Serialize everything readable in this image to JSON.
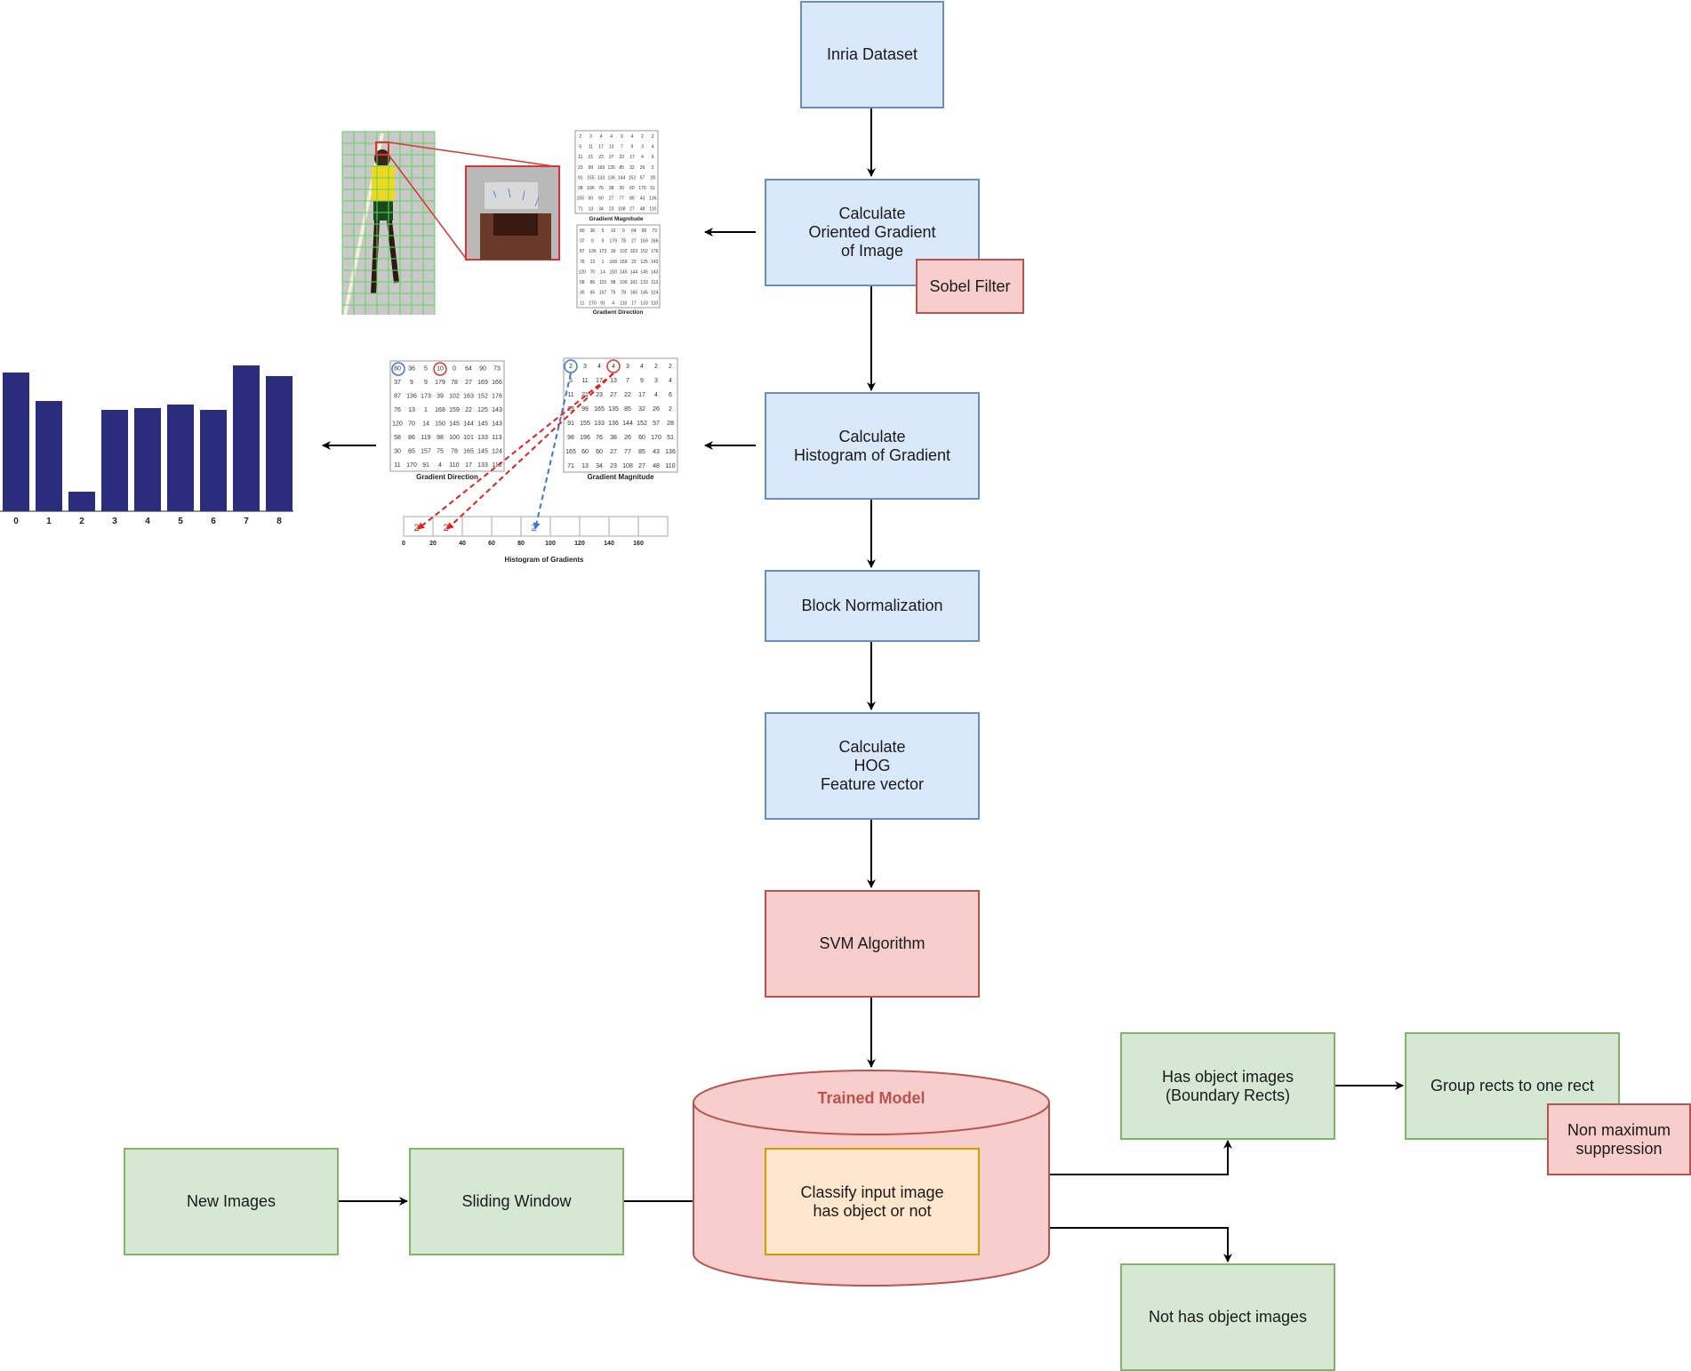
{
  "nodes": {
    "inria": "Inria Dataset",
    "oriented_gradient": "Calculate\nOriented Gradient\nof Image",
    "sobel": "Sobel Filter",
    "histogram": "Calculate\nHistogram of Gradient",
    "block_norm": "Block Normalization",
    "hog_vector": "Calculate\nHOG\nFeature vector",
    "svm": "SVM Algorithm",
    "trained_model": "Trained Model",
    "classify": "Classify input image\nhas object or not",
    "new_images": "New Images",
    "sliding_window": "Sliding Window",
    "has_object": "Has object images\n(Boundary Rects)",
    "group_rects": "Group rects to one rect",
    "nms": "Non maximum\nsuppression",
    "not_has_object": "Not has object images"
  },
  "illustration_gradient": {
    "magnitude_caption": "Gradient Magnitude",
    "direction_caption": "Gradient Direction",
    "magnitude_rows": [
      [
        "2",
        "3",
        "4",
        "4",
        "3",
        "4",
        "2",
        "2"
      ],
      [
        "5",
        "11",
        "17",
        "13",
        "7",
        "9",
        "3",
        "4"
      ],
      [
        "11",
        "21",
        "23",
        "27",
        "22",
        "17",
        "4",
        "6"
      ],
      [
        "23",
        "99",
        "165",
        "135",
        "85",
        "32",
        "26",
        "2"
      ],
      [
        "91",
        "155",
        "133",
        "136",
        "144",
        "152",
        "57",
        "28"
      ],
      [
        "98",
        "196",
        "76",
        "38",
        "26",
        "60",
        "170",
        "51"
      ],
      [
        "165",
        "60",
        "60",
        "27",
        "77",
        "85",
        "43",
        "136"
      ],
      [
        "71",
        "13",
        "34",
        "23",
        "108",
        "27",
        "48",
        "110"
      ]
    ],
    "direction_rows": [
      [
        "80",
        "36",
        "5",
        "10",
        "0",
        "64",
        "90",
        "73"
      ],
      [
        "37",
        "9",
        "9",
        "179",
        "78",
        "27",
        "169",
        "166"
      ],
      [
        "87",
        "136",
        "173",
        "39",
        "102",
        "163",
        "152",
        "176"
      ],
      [
        "76",
        "13",
        "1",
        "168",
        "159",
        "22",
        "125",
        "143"
      ],
      [
        "120",
        "70",
        "14",
        "150",
        "145",
        "144",
        "145",
        "143"
      ],
      [
        "58",
        "86",
        "119",
        "98",
        "100",
        "101",
        "133",
        "113"
      ],
      [
        "30",
        "65",
        "157",
        "75",
        "78",
        "165",
        "145",
        "124"
      ],
      [
        "11",
        "170",
        "91",
        "4",
        "110",
        "17",
        "133",
        "110"
      ]
    ]
  },
  "illustration_histogram": {
    "direction_caption": "Gradient Direction",
    "magnitude_caption": "Gradient Magnitude",
    "histogram_caption": "Histogram of Gradients",
    "bins": [
      "0",
      "20",
      "40",
      "60",
      "80",
      "100",
      "120",
      "140",
      "160"
    ],
    "bin_values": [
      "2",
      "2",
      "",
      "",
      "2",
      "",
      "",
      "",
      ""
    ]
  },
  "chart_data": {
    "type": "bar",
    "categories": [
      "0",
      "1",
      "2",
      "3",
      "4",
      "5",
      "6",
      "7",
      "8"
    ],
    "values": [
      0.78,
      0.62,
      0.11,
      0.57,
      0.58,
      0.6,
      0.57,
      0.82,
      0.76
    ],
    "title": "",
    "xlabel": "",
    "ylabel": "",
    "color": "#2a2d7c"
  },
  "colors": {
    "blue_fill": "#dae8fc",
    "red_fill": "#f8cecc",
    "green_fill": "#d5e8d4",
    "orange_fill": "#ffe6cc",
    "title_red": "#b85450"
  }
}
